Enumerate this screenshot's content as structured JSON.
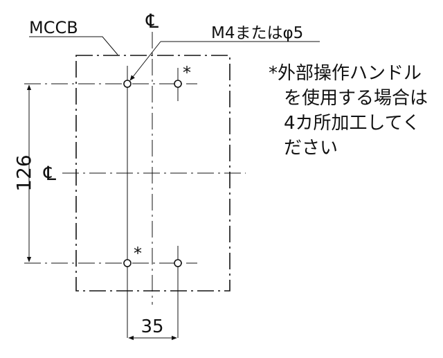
{
  "labels": {
    "mccb": "MCCB",
    "centerline_symbol": "℄",
    "hole_spec": "M4またはφ5",
    "asterisk": "*",
    "dim_vertical": "126",
    "dim_horizontal": "35"
  },
  "note": {
    "lines": [
      "*外部操作ハンドル",
      "を使用する場合は",
      "4カ所加工してく",
      "ださい"
    ]
  },
  "colors": {
    "line": "#111111"
  }
}
